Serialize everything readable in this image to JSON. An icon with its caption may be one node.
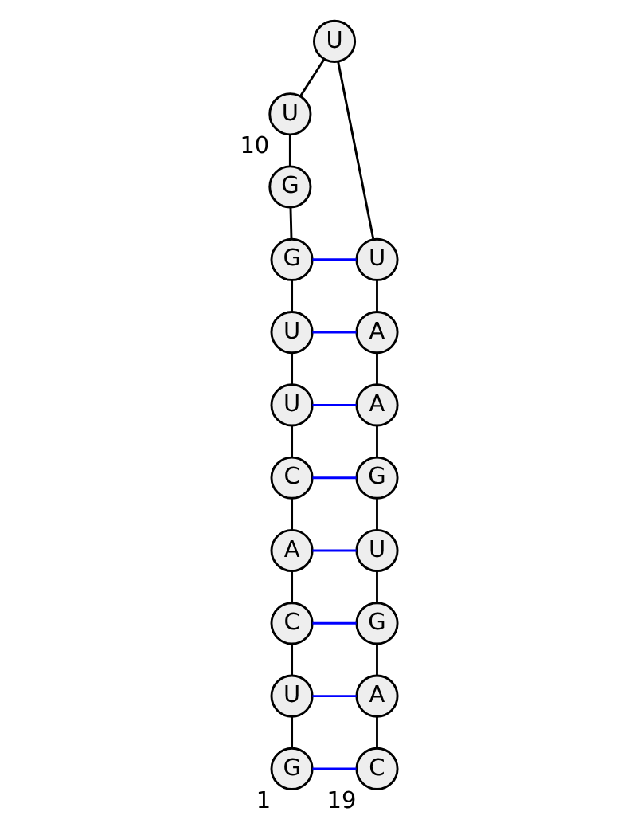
{
  "diagram": {
    "nodes": [
      {
        "text": [
          "G"
        ],
        "beside": [
          "1"
        ]
      },
      {
        "text": [
          "U"
        ]
      },
      {
        "text": [
          "C"
        ]
      },
      {
        "text": [
          "A"
        ]
      },
      {
        "text": [
          "C"
        ]
      },
      {
        "text": [
          "U"
        ]
      },
      {
        "text": [
          "U"
        ]
      },
      {
        "text": [
          "G"
        ]
      },
      {
        "text": [
          "G"
        ]
      },
      {
        "text": [
          "U"
        ],
        "beside": [
          "10"
        ]
      },
      {
        "text": [
          "U"
        ]
      },
      {
        "text": [
          "U"
        ]
      },
      {
        "text": [
          "A"
        ]
      },
      {
        "text": [
          "A"
        ]
      },
      {
        "text": [
          "G"
        ]
      },
      {
        "text": [
          "U"
        ]
      },
      {
        "text": [
          "G"
        ]
      },
      {
        "text": [
          "A"
        ]
      },
      {
        "text": [
          "C"
        ],
        "beside": [
          "19"
        ]
      }
    ],
    "edges": [
      {
        "from": 0,
        "to": 1,
        "arrow": "none"
      },
      {
        "from": 1,
        "to": 2,
        "arrow": "none"
      },
      {
        "from": 2,
        "to": 3,
        "arrow": "none"
      },
      {
        "from": 3,
        "to": 4,
        "arrow": "none"
      },
      {
        "from": 4,
        "to": 5,
        "arrow": "none"
      },
      {
        "from": 5,
        "to": 6,
        "arrow": "none"
      },
      {
        "from": 6,
        "to": 7,
        "arrow": "none"
      },
      {
        "from": 7,
        "to": 8,
        "arrow": "none"
      },
      {
        "from": 8,
        "to": 9,
        "arrow": "none"
      },
      {
        "from": 9,
        "to": 10,
        "arrow": "none"
      },
      {
        "from": 10,
        "to": 11,
        "arrow": "none"
      },
      {
        "from": 11,
        "to": 12,
        "arrow": "none"
      },
      {
        "from": 12,
        "to": 13,
        "arrow": "none"
      },
      {
        "from": 13,
        "to": 14,
        "arrow": "none"
      },
      {
        "from": 14,
        "to": 15,
        "arrow": "none"
      },
      {
        "from": 15,
        "to": 16,
        "arrow": "none"
      },
      {
        "from": 16,
        "to": 17,
        "arrow": "none"
      },
      {
        "from": 17,
        "to": 18,
        "arrow": "none"
      },
      {
        "from": 0,
        "to": 18,
        "arrow": "none",
        "color": "#0000ff"
      },
      {
        "from": 1,
        "to": 17,
        "arrow": "none",
        "color": "#0000ff"
      },
      {
        "from": 2,
        "to": 16,
        "arrow": "none",
        "color": "#0000ff"
      },
      {
        "from": 3,
        "to": 15,
        "arrow": "none",
        "color": "#0000ff"
      },
      {
        "from": 4,
        "to": 14,
        "arrow": "none",
        "color": "#0000ff"
      },
      {
        "from": 5,
        "to": 13,
        "arrow": "none",
        "color": "#0000ff"
      },
      {
        "from": 6,
        "to": 12,
        "arrow": "none",
        "color": "#0000ff"
      },
      {
        "from": 7,
        "to": 11,
        "arrow": "none",
        "color": "#0000ff"
      }
    ]
  }
}
